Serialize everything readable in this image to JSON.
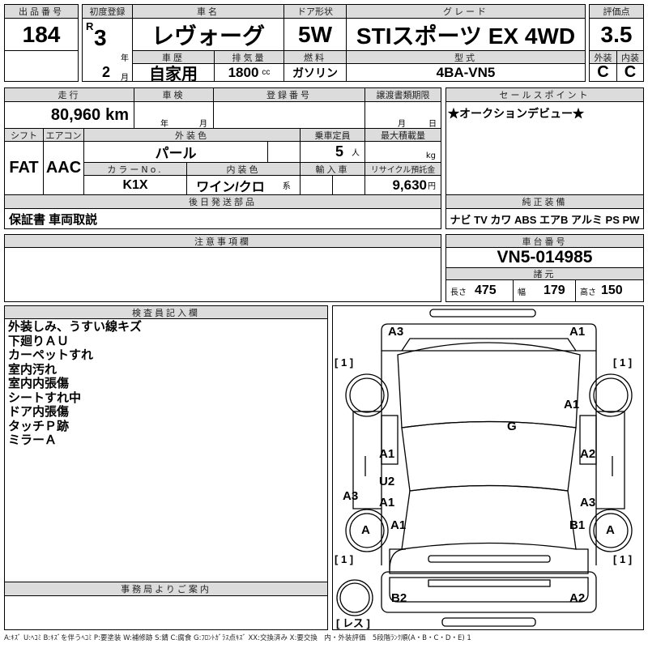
{
  "lot": {
    "label": "出品番号",
    "value": "184"
  },
  "first_reg": {
    "label": "初度登録",
    "era": "R",
    "year": "3",
    "year_unit": "年",
    "month": "2",
    "month_unit": "月"
  },
  "car_name": {
    "label": "車名",
    "value": "レヴォーグ"
  },
  "door": {
    "label": "ドア形状",
    "value": "5W"
  },
  "grade": {
    "label": "グレード",
    "value": "STIスポーツ EX 4WD"
  },
  "score": {
    "label": "評価点",
    "value": "3.5",
    "ext_label": "外装",
    "int_label": "内装",
    "ext": "C",
    "int": "C"
  },
  "history": {
    "label": "車歴",
    "value": "自家用"
  },
  "displacement": {
    "label": "排気量",
    "value": "1800",
    "unit": "cc"
  },
  "fuel": {
    "label": "燃料",
    "value": "ガソリン"
  },
  "model": {
    "label": "型式",
    "value": "4BA-VN5"
  },
  "mileage": {
    "label": "走行",
    "value": "80,960",
    "unit": "km"
  },
  "inspection": {
    "label": "車検",
    "year_unit": "年",
    "month_unit": "月"
  },
  "reg_no": {
    "label": "登録番号"
  },
  "transfer": {
    "label": "譲渡書類期限",
    "month_unit": "月",
    "day_unit": "日"
  },
  "shift": {
    "label": "シフト",
    "value": "FAT"
  },
  "ac": {
    "label": "エアコン",
    "value": "AAC"
  },
  "ext_color": {
    "label": "外装色",
    "value": "パール"
  },
  "capacity": {
    "label": "乗車定員",
    "value": "5",
    "unit": "人"
  },
  "max_load": {
    "label": "最大積載量",
    "unit": "kg"
  },
  "color_no": {
    "label": "カラーNo.",
    "value": "K1X"
  },
  "int_color": {
    "label": "内装色",
    "value": "ワイン/クロ",
    "unit": "系"
  },
  "import": {
    "label": "輸入車"
  },
  "recycle": {
    "label": "リサイクル預託金",
    "value": "9,630",
    "unit": "円"
  },
  "later_parts": {
    "label": "後日発送部品",
    "value": "保証書 車両取説"
  },
  "sales_point": {
    "label": "セールスポイント",
    "value": "★オークションデビュー★"
  },
  "equipment": {
    "label": "純正装備",
    "value": "ナビ TV カワ ABS エアB アルミ PS PW"
  },
  "notes": {
    "label": "注意事項欄"
  },
  "chassis": {
    "label": "車台番号",
    "value": "VN5-014985"
  },
  "specs": {
    "label": "諸元",
    "length_label": "長さ",
    "length": "475",
    "width_label": "幅",
    "width": "179",
    "height_label": "高さ",
    "height": "150"
  },
  "inspector": {
    "label": "検査員記入欄",
    "lines": [
      "外装しみ、うすい線キズ",
      "下廻りＡＵ",
      "カーペットすれ",
      "室内汚れ",
      "室内内張傷",
      "シートすれ中",
      "ドア内張傷",
      "タッチＰ跡",
      "ミラーＡ"
    ]
  },
  "office": {
    "label": "事務局よりご案内"
  },
  "diagram": {
    "marks": [
      "A3",
      "A1",
      "[ 1 ]",
      "[ 1 ]",
      "A1",
      "G",
      "A1",
      "A2",
      "U2",
      "A3",
      "A1",
      "A3",
      "A",
      "A1",
      "B1",
      "A",
      "[ 1 ]",
      "[ 1 ]",
      "B2",
      "A2",
      "[ レス ]"
    ]
  },
  "legend": "A:ｷｽﾞ U:ﾍｺﾐ B:ｷｽﾞを伴うﾍｺﾐ P:要塗装 W:補修跡 S:錆 C:腐食 G:ﾌﾛﾝﾄｶﾞﾗｽ点ｷｽﾞ XX:交換済み X:要交換　内・外装評価　5段階ﾗﾝｸ順(A・B・C・D・E) 1"
}
